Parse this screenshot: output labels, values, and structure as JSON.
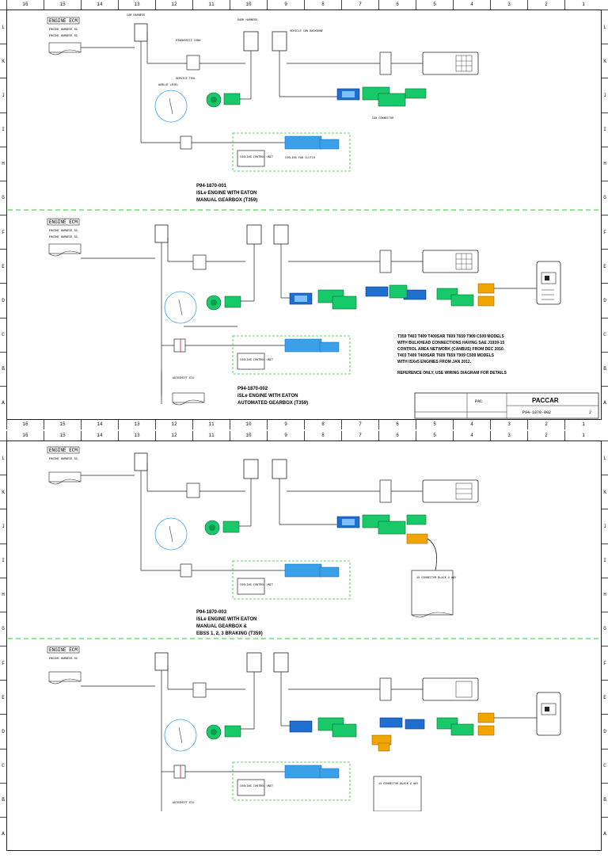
{
  "ruler": {
    "columns": [
      "16",
      "15",
      "14",
      "13",
      "12",
      "11",
      "10",
      "9",
      "8",
      "7",
      "6",
      "5",
      "4",
      "3",
      "2",
      "1"
    ],
    "rows_top": [
      "L",
      "K",
      "J",
      "I",
      "H",
      "G"
    ],
    "rows_bottom": [
      "F",
      "E",
      "D",
      "C",
      "B",
      "A"
    ]
  },
  "diagrams": [
    {
      "code": "P94-1870-001",
      "line1": "ISLe ENGINE WITH EATON",
      "line2": "MANUAL GEARBOX (T359)",
      "line3": ""
    },
    {
      "code": "P94-1870-002",
      "line1": "ISLe ENGINE WITH EATON",
      "line2": "AUTOMATED GEARBOX (T359)",
      "line3": ""
    },
    {
      "code": "P94-1870-003",
      "line1": "ISLe ENGINE WITH EATON",
      "line2": "MANUAL GEARBOX &",
      "line3": "EBSS 1, 2, 3  BRAKING (T359)"
    }
  ],
  "labels": {
    "engine_ecm": "ENGINE ECM",
    "cooling_control_unit": "COOLING CONTROL UNIT",
    "auto_shift": "AUTOSHIFT ECU",
    "conn_label": "1X CONNECTOR BLACK 9 WAY"
  },
  "notes": {
    "line1": "T359 T403 T409 T409SAR T609 T659 T909 C509 MODELS",
    "line2": "WITH BULKHEAD CONNECTIONS HAVING SAE J1939-15",
    "line3": "CONTROL AREA NETWORK (CANBUS) FROM DEC 2010.",
    "line4": "T403 T409 T409SAR T609 T659 T909 C509 MODELS",
    "line5": "WITH ISXe5 ENGINES FROM JAN 2012.",
    "line6": "REFERENCE ONLY, USE WIRING DIAGRAM FOR DETAILS"
  },
  "title_block": {
    "brand": "PACCAR",
    "number": "P94-1870-002",
    "sheet": "2"
  },
  "colors": {
    "blue": "#1f6fd1",
    "green": "#18c96a",
    "orange": "#f0a500",
    "light_blue": "#3aa0e8",
    "divider_green": "#2ec82e",
    "red": "#c8102e"
  }
}
